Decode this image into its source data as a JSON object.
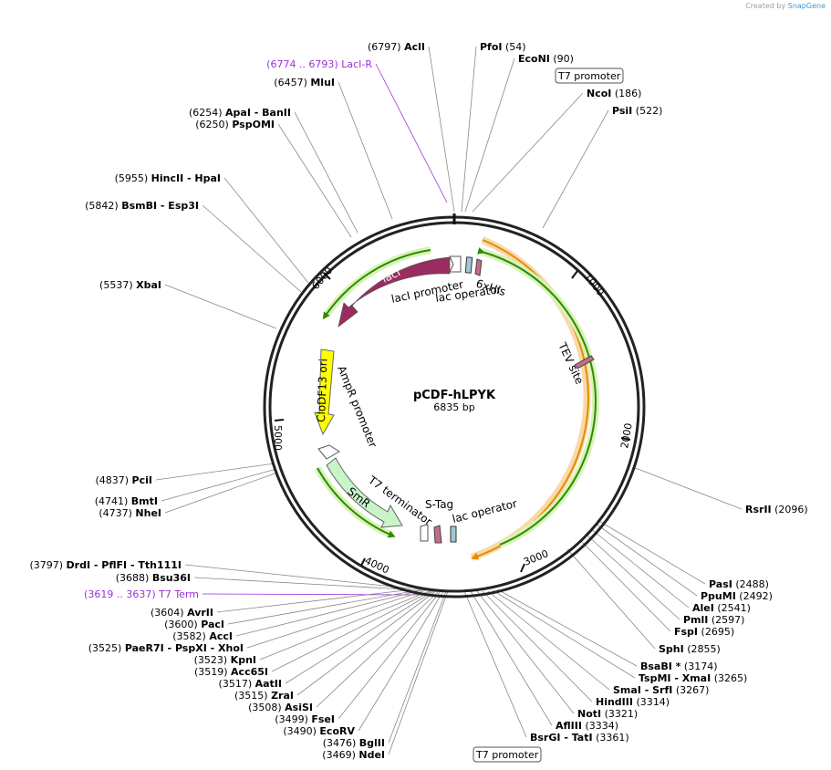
{
  "credit": {
    "prefix": "Created by",
    "brand": "SnapGene"
  },
  "plasmid": {
    "name": "pCDF-hLPYK",
    "size": "6835 bp",
    "ticks": [
      "1000",
      "2000",
      "3000",
      "4000",
      "5000",
      "6000"
    ]
  },
  "sites": [
    {
      "pos": "(6797)",
      "name": "AclI"
    },
    {
      "pos": "(6774 .. 6793)",
      "name": "LacI-R",
      "primer": true
    },
    {
      "pos": "(6457)",
      "name": "MluI"
    },
    {
      "pos": "(6254)",
      "name": "ApaI",
      "name2": "- BanII"
    },
    {
      "pos": "(6250)",
      "name": "PspOMI"
    },
    {
      "pos": "(5955)",
      "name": "HincII",
      "name2": "- HpaI"
    },
    {
      "pos": "(5842)",
      "name": "BsmBI",
      "name2": "- Esp3I"
    },
    {
      "pos": "(5537)",
      "name": "XbaI"
    },
    {
      "pos": "(4837)",
      "name": "PciI"
    },
    {
      "pos": "(4741)",
      "name": "BmtI"
    },
    {
      "pos": "(4737)",
      "name": "NheI"
    },
    {
      "pos": "(3797)",
      "name": "DrdI",
      "name2": "- PflFI",
      "name3": "- Tth111I"
    },
    {
      "pos": "(3688)",
      "name": "Bsu36I"
    },
    {
      "pos": "(3619 .. 3637)",
      "name": "T7 Term",
      "primer": true
    },
    {
      "pos": "(3604)",
      "name": "AvrII"
    },
    {
      "pos": "(3600)",
      "name": "PacI"
    },
    {
      "pos": "(3582)",
      "name": "AccI"
    },
    {
      "pos": "(3525)",
      "name": "PaeR7I",
      "name2": "- PspXI",
      "name3": "- XhoI"
    },
    {
      "pos": "(3523)",
      "name": "KpnI"
    },
    {
      "pos": "(3519)",
      "name": "Acc65I"
    },
    {
      "pos": "(3517)",
      "name": "AatII"
    },
    {
      "pos": "(3515)",
      "name": "ZraI"
    },
    {
      "pos": "(3508)",
      "name": "AsiSI"
    },
    {
      "pos": "(3499)",
      "name": "FseI"
    },
    {
      "pos": "(3490)",
      "name": "EcoRV"
    },
    {
      "pos": "(3476)",
      "name": "BglII"
    },
    {
      "pos": "(3469)",
      "name": "NdeI"
    },
    {
      "pos": "(54)",
      "name": "PfoI"
    },
    {
      "pos": "(90)",
      "name": "EcoNI"
    },
    {
      "pos": "(186)",
      "name": "NcoI"
    },
    {
      "pos": "(522)",
      "name": "PsiI"
    },
    {
      "pos": "(2096)",
      "name": "RsrII"
    },
    {
      "pos": "(2488)",
      "name": "PasI"
    },
    {
      "pos": "(2492)",
      "name": "PpuMI"
    },
    {
      "pos": "(2541)",
      "name": "AleI"
    },
    {
      "pos": "(2597)",
      "name": "PmlI"
    },
    {
      "pos": "(2695)",
      "name": "FspI"
    },
    {
      "pos": "(2855)",
      "name": "SphI"
    },
    {
      "pos": "(3174)",
      "name": "BsaBI *"
    },
    {
      "pos": "(3265)",
      "name": "TspMI",
      "name2": "- XmaI"
    },
    {
      "pos": "(3267)",
      "name": "SmaI",
      "name2": "- SrfI"
    },
    {
      "pos": "(3314)",
      "name": "HindIII"
    },
    {
      "pos": "(3321)",
      "name": "NotI"
    },
    {
      "pos": "(3334)",
      "name": "AflIII"
    },
    {
      "pos": "(3361)",
      "name": "BsrGI",
      "name2": "- TatI"
    }
  ],
  "boxed": [
    "T7 promoter",
    "T7 promoter"
  ],
  "features": {
    "lacI": "lacI",
    "lacI_promoter": "lacI promoter",
    "lac_operator_1": "lac operator",
    "his": "6xHis",
    "tev": "TEV site",
    "ori": "CloDF13 ori",
    "ampr_promoter": "AmpR promoter",
    "smr": "SmR",
    "t7_terminator": "T7 terminator",
    "stag": "S-Tag",
    "lac_operator_2": "lac operator"
  },
  "colors": {
    "lacI": "#9b2c5f",
    "ori": "#ffff00",
    "smr": "#c8f5c8",
    "orf_green": "#2e8b00",
    "orf_orange": "#e68a00",
    "primer": "#9b30d9"
  }
}
